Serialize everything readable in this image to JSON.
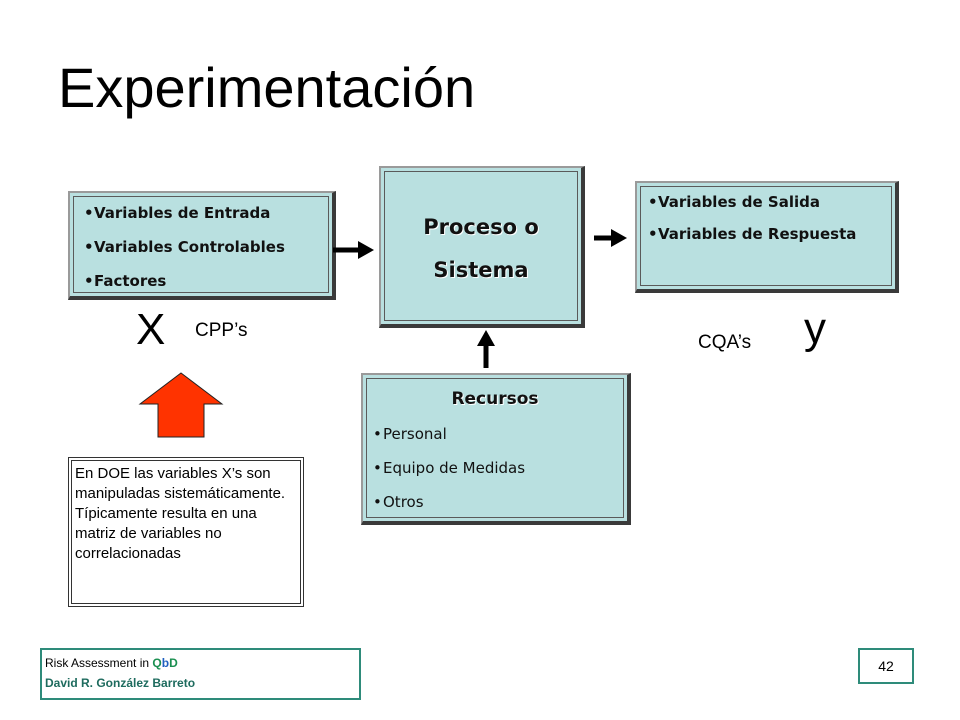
{
  "slide": {
    "title": "Experimentación",
    "inputs": {
      "items": [
        "Variables de Entrada",
        "Variables Controlables",
        "Factores"
      ]
    },
    "process": {
      "line1": "Proceso o",
      "line2": "Sistema"
    },
    "outputs": {
      "items": [
        "Variables de Salida",
        "Variables de Respuesta"
      ]
    },
    "resources": {
      "heading": "Recursos",
      "items": [
        "Personal",
        "Equipo de Medidas",
        "Otros"
      ]
    },
    "x_label": "X",
    "cpp_label": "CPP’s",
    "y_label": "y",
    "cqa_label": "CQA’s",
    "note": "En DOE las variables X’s son manipuladas sistemáticamente. Típicamente resulta en una matriz de variables no correlacionadas",
    "footer": {
      "line1_prefix": "Risk Assessment in ",
      "qbd_q": "Q",
      "qbd_b": "b",
      "qbd_d": "D",
      "line2": "David R. González Barreto",
      "page_number": "42"
    },
    "colors": {
      "box_fill": "#b9e0e0",
      "up_arrow_fill": "#ff3300",
      "footer_border": "#2e8b7a"
    }
  }
}
